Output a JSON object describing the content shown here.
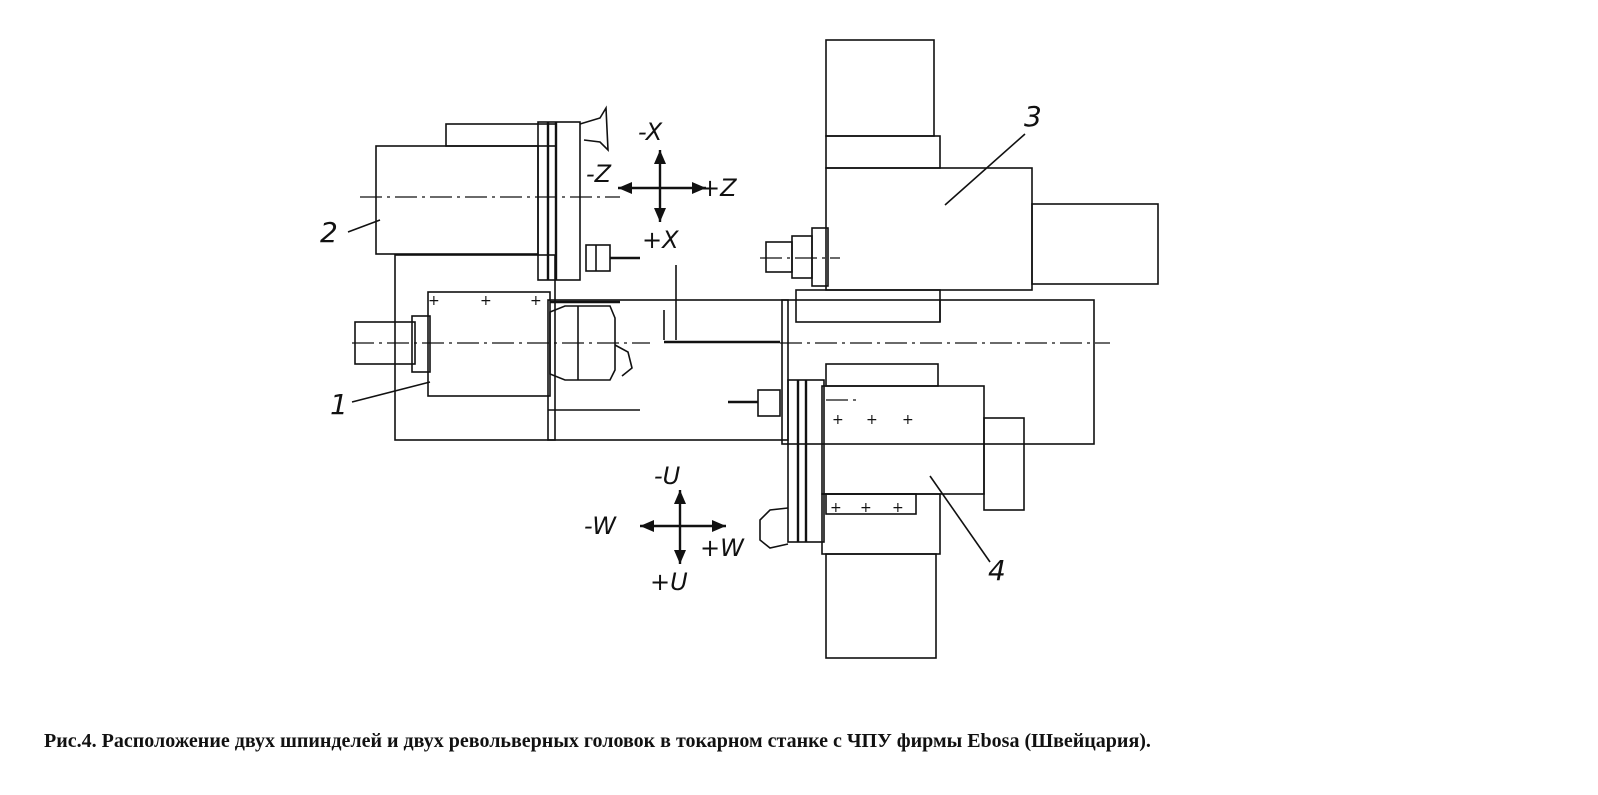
{
  "labels": {
    "part_1": "1",
    "part_2": "2",
    "part_3": "3",
    "part_4": "4",
    "axis_minus_x": "-X",
    "axis_plus_x": "+X",
    "axis_minus_z": "-Z",
    "axis_plus_z": "+Z",
    "axis_minus_u": "-U",
    "axis_plus_u": "+U",
    "axis_minus_w": "-W",
    "axis_plus_w": "+W"
  },
  "caption": "Рис.4. Расположение двух шпинделей и двух револьверных головок в токарном станке с ЧПУ фирмы Ebosa (Швейцария).",
  "plus_mark": "+"
}
